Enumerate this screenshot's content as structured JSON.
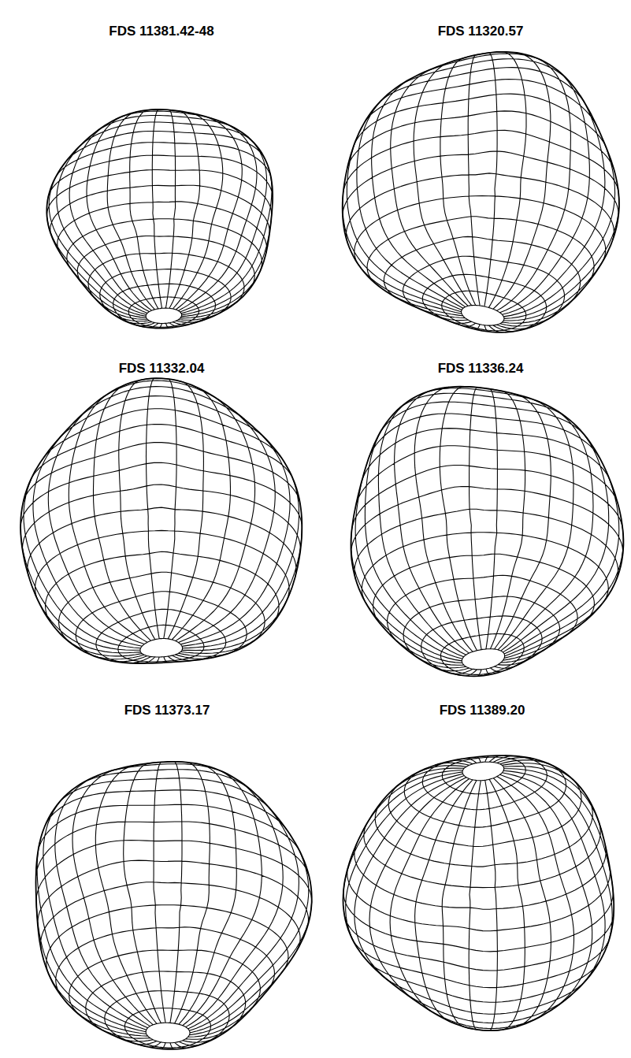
{
  "diagram": {
    "labels": [
      "FDS 11381.42-48",
      "FDS 11320.57",
      "FDS 11332.04",
      "FDS 11336.24",
      "FDS 11373.17",
      "FDS 11389.20"
    ]
  }
}
